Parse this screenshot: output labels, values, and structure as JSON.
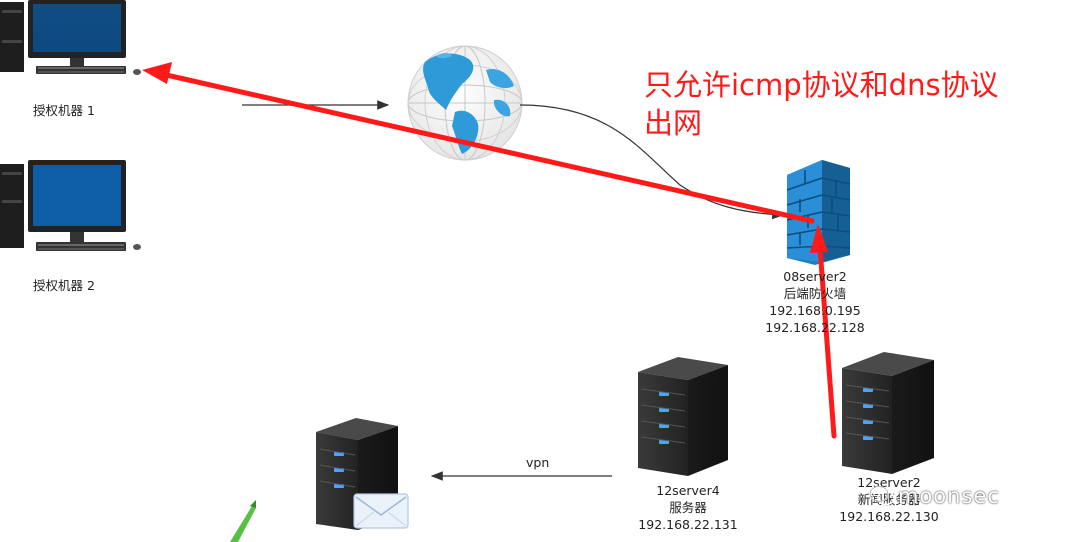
{
  "annotation": {
    "line1": "只允许icmp协议和dns协议",
    "line2": "出网",
    "color": "#ff1a1a"
  },
  "nodes": {
    "pc1": {
      "label": "授权机器 1"
    },
    "pc2": {
      "label": "授权机器 2"
    },
    "firewall": {
      "name": "08server2",
      "role": "后端防火墙",
      "ip1": "192.168.0.195",
      "ip2": "192.168.22.128"
    },
    "server4": {
      "name": "12server4",
      "role": "服务器",
      "ip": "192.168.22.131"
    },
    "server2": {
      "name": "12server2",
      "role": "新闻服务器",
      "ip": "192.168.22.130"
    },
    "mailserver": {
      "label": ""
    }
  },
  "edges": {
    "vpn_label": "vpn"
  },
  "watermark": {
    "text": "moonsec"
  },
  "colors": {
    "arrow_red": "#ff1a1a",
    "firewall_blue": "#1f7fc4",
    "server_dark": "#2b2b2b",
    "server_led": "#4aa3ff"
  }
}
